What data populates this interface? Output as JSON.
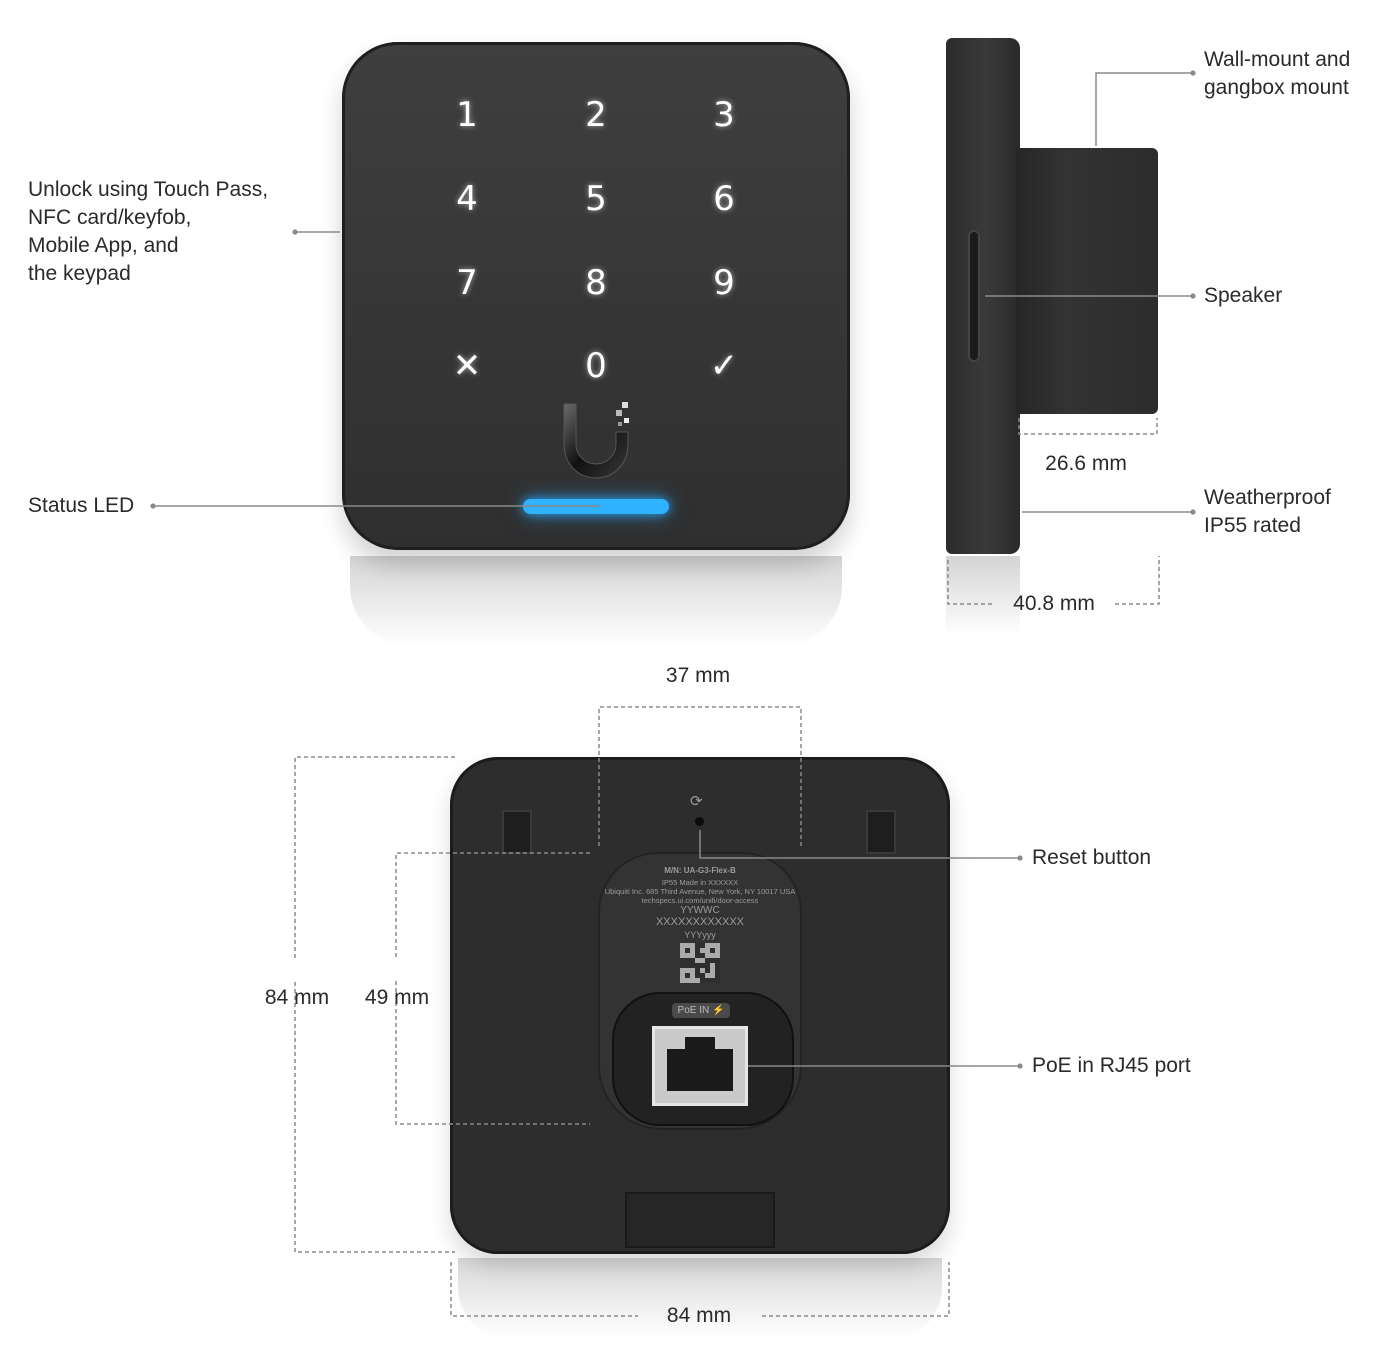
{
  "callouts": {
    "unlock": [
      "Unlock using Touch Pass,",
      "NFC card/keyfob,",
      "Mobile App, and",
      "the keypad"
    ],
    "status_led": "Status LED",
    "wall_mount": [
      "Wall-mount and",
      "gangbox mount"
    ],
    "speaker": "Speaker",
    "weatherproof": [
      "Weatherproof",
      "IP55 rated"
    ],
    "reset_button": "Reset button",
    "poe_port": "PoE in RJ45 port"
  },
  "dimensions": {
    "depth_body": "26.6 mm",
    "depth_total": "40.8 mm",
    "hole_spacing": "37 mm",
    "height_total": "84 mm",
    "height_pod": "49 mm",
    "width_total": "84 mm"
  },
  "keypad": {
    "keys": [
      "1",
      "2",
      "3",
      "4",
      "5",
      "6",
      "7",
      "8",
      "9",
      "✕",
      "0",
      "✓"
    ]
  },
  "product_label": {
    "model": "M/N: UA-G3-Flex-B",
    "rating": "IP55     Made in XXXXXX",
    "address": "Ubiquiti Inc. 685 Third Avenue, New York, NY 10017 USA",
    "url": "techspecs.ui.com/unifi/door-access",
    "date_code": "YYWWC",
    "serial": "XXXXXXXXXXXX",
    "code2": "YYYyyy",
    "poe_tag": "PoE IN ⚡"
  },
  "colors": {
    "led": "#2fb2ff",
    "device": "#353535",
    "leader_line": "#8a8a8a"
  }
}
